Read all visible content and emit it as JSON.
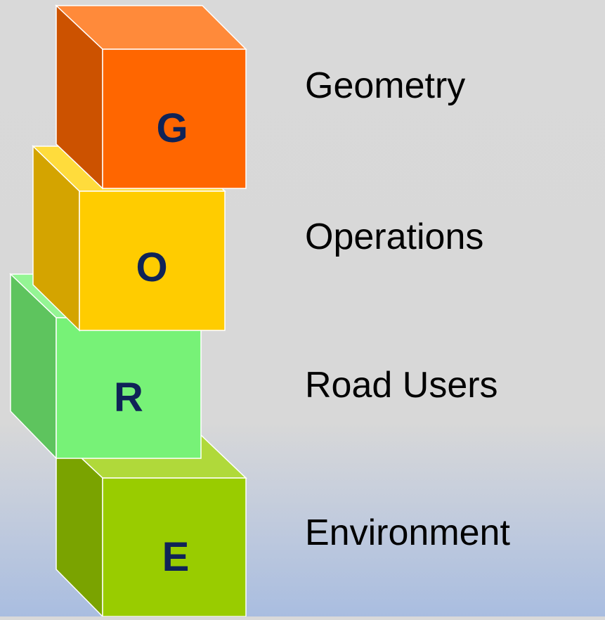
{
  "letter_color": "#0f2357",
  "blocks": [
    {
      "letter": "G",
      "label": "Geometry",
      "colors": {
        "front": "#ff6600",
        "side": "#cc5200",
        "top": "#ff8a3a"
      }
    },
    {
      "letter": "O",
      "label": "Operations",
      "colors": {
        "front": "#ffcc00",
        "side": "#d4a400",
        "top": "#ffdc3c"
      }
    },
    {
      "letter": "R",
      "label": "Road Users",
      "colors": {
        "front": "#77f277",
        "side": "#5ec45e",
        "top": "#94f594"
      }
    },
    {
      "letter": "E",
      "label": "Environment",
      "colors": {
        "front": "#99cc00",
        "side": "#7aa300",
        "top": "#b0d93a"
      }
    }
  ]
}
